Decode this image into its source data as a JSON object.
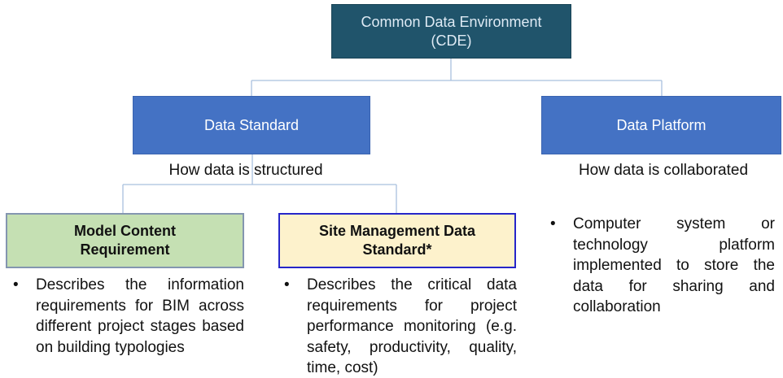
{
  "diagram": {
    "root": {
      "label": "Common Data Environment (CDE)"
    },
    "level2": [
      {
        "label": "Data Standard",
        "caption": "How data is structured"
      },
      {
        "label": "Data Platform",
        "caption": "How data is collaborated"
      }
    ],
    "level3": [
      {
        "title": "Model Content Requirement",
        "bullet": "Describes the information requirements for BIM across different project stages based on building typologies"
      },
      {
        "title": "Site Management Data Standard*",
        "bullet": "Describes the critical data requirements for project performance monitoring (e.g. safety, productivity, quality, time, cost)"
      }
    ],
    "platform_bullet": "Computer system or technology platform implemented to store the data for sharing and collaboration",
    "bullet_glyph": "•",
    "colors": {
      "root_fill": "#20546B",
      "root_text": "#DEEAF4",
      "level2_fill": "#4472C4",
      "level2_text": "#FFFFFF",
      "mcr_fill": "#C5E0B3",
      "mcr_border": "#8496B0",
      "smds_fill": "#FDF2CC",
      "smds_border": "#2626C9",
      "connector": "#A9C0DE",
      "body_text": "#111111"
    }
  }
}
